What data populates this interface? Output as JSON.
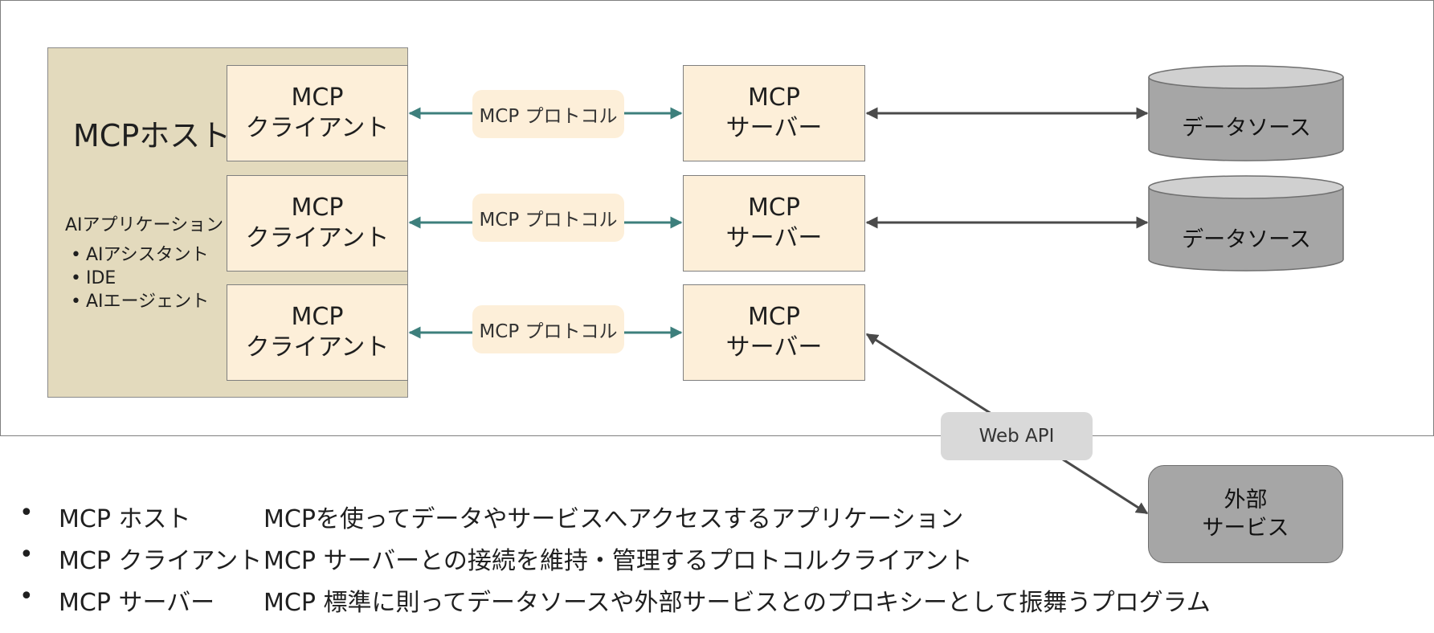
{
  "host": {
    "title": "MCPホスト",
    "subtitle": "AIアプリケーション",
    "items": [
      "AIアシスタント",
      "IDE",
      "AIエージェント"
    ]
  },
  "clients": [
    {
      "line1": "MCP",
      "line2": "クライアント"
    },
    {
      "line1": "MCP",
      "line2": "クライアント"
    },
    {
      "line1": "MCP",
      "line2": "クライアント"
    }
  ],
  "protocols": [
    "MCP プロトコル",
    "MCP プロトコル",
    "MCP プロトコル"
  ],
  "servers": [
    {
      "line1": "MCP",
      "line2": "サーバー"
    },
    {
      "line1": "MCP",
      "line2": "サーバー"
    },
    {
      "line1": "MCP",
      "line2": "サーバー"
    }
  ],
  "datasources": [
    "データソース",
    "データソース"
  ],
  "web_api": "Web API",
  "external": {
    "line1": "外部",
    "line2": "サービス"
  },
  "legend": [
    {
      "bullet": "•",
      "term": "MCP ホスト",
      "desc": "MCPを使ってデータやサービスへアクセスするアプリケーション"
    },
    {
      "bullet": "•",
      "term": "MCP クライアント",
      "desc": "MCP サーバーとの接続を維持・管理するプロトコルクライアント"
    },
    {
      "bullet": "•",
      "term": "MCP サーバー",
      "desc": "MCP 標準に則ってデータソースや外部サービスとのプロキシーとして振舞うプログラム"
    }
  ],
  "colors": {
    "host_bg": "#e3dabd",
    "box_bg": "#fdefd9",
    "protocol_arrow": "#3d7f7c",
    "dark_arrow": "#4a4a4a",
    "cylinder": "#a6a6a6",
    "cylinder_top": "#d0d0d0",
    "web_api_bg": "#d9d9d9"
  }
}
